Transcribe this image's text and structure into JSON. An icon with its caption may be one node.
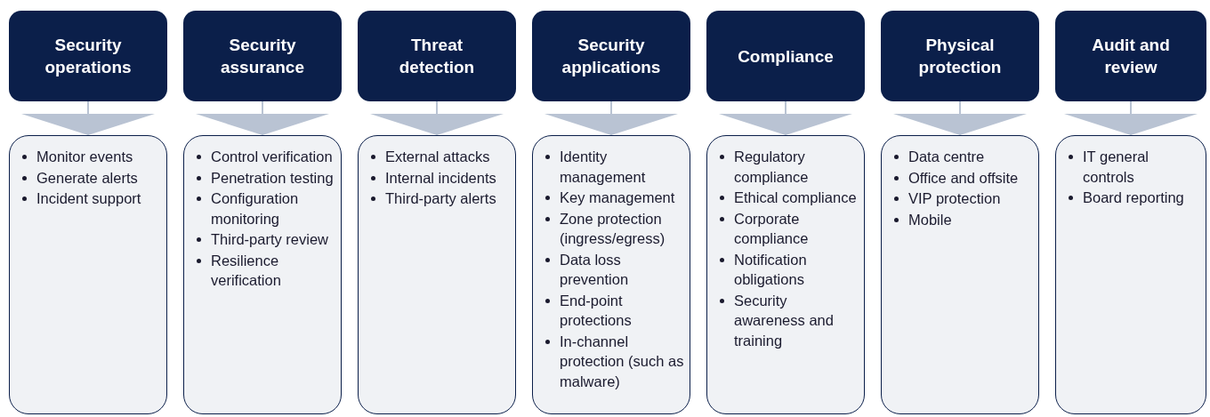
{
  "diagram": {
    "nodes": [
      {
        "text": [
          "Security operations"
        ]
      },
      {
        "text": [
          "Security assurance"
        ]
      },
      {
        "text": [
          "Threat detection"
        ]
      },
      {
        "text": [
          "Security applications"
        ]
      },
      {
        "text": [
          "Compliance"
        ]
      },
      {
        "text": [
          "Physical protection"
        ]
      },
      {
        "text": [
          "Audit and review"
        ]
      },
      {
        "text": [
          "Monitor events",
          "Generate alerts",
          "Incident support"
        ]
      },
      {
        "text": [
          "Control verification",
          "Penetration testing",
          "Configuration monitoring",
          "Third-party review",
          "Resilience verification"
        ]
      },
      {
        "text": [
          "External attacks",
          "Internal incidents",
          "Third-party alerts"
        ]
      },
      {
        "text": [
          "Identity management",
          "Key management",
          "Zone protection (ingress/egress)",
          "Data loss prevention",
          "End-point protections",
          "In-channel protection (such as malware)"
        ]
      },
      {
        "text": [
          "Regulatory compliance",
          "Ethical compliance",
          "Corporate compliance",
          "Notification obligations",
          "Security awareness and training"
        ]
      },
      {
        "text": [
          "Data centre",
          "Office and offsite",
          "VIP protection",
          "Mobile"
        ]
      },
      {
        "text": [
          "IT general controls",
          "Board reporting"
        ]
      }
    ],
    "edges": [
      {
        "from": 0,
        "to": 7,
        "arrow": "to"
      },
      {
        "from": 1,
        "to": 8,
        "arrow": "to"
      },
      {
        "from": 2,
        "to": 9,
        "arrow": "to"
      },
      {
        "from": 3,
        "to": 10,
        "arrow": "to"
      },
      {
        "from": 4,
        "to": 11,
        "arrow": "to"
      },
      {
        "from": 5,
        "to": 12,
        "arrow": "to"
      },
      {
        "from": 6,
        "to": 13,
        "arrow": "to"
      }
    ]
  }
}
